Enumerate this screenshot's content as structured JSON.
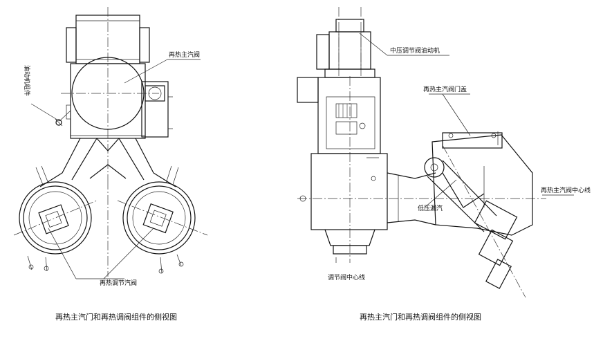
{
  "left_view": {
    "caption": "再热主汽门和再热调阀组件的侧视图",
    "labels": {
      "main_valve": "再热主汽阀",
      "servomotor_vertical": "油动机组件",
      "control_valve": "再热调节汽阀"
    }
  },
  "right_view": {
    "caption": "再热主汽门和再热调阀组件的侧视图",
    "labels": {
      "ip_servomotor": "中压调节阀油动机",
      "main_valve_cover": "再热主汽阀门盖",
      "main_valve_centerline": "再热主汽阀中心线",
      "low_pressure_leak": "低压漏汽",
      "control_valve_centerline": "调节阀中心线"
    }
  }
}
